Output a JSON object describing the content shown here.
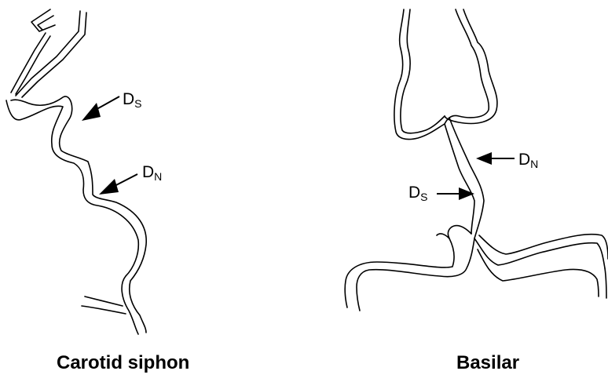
{
  "panels": [
    {
      "caption": "Carotid siphon",
      "labels": [
        {
          "main": "D",
          "sub": "S"
        },
        {
          "main": "D",
          "sub": "N"
        }
      ]
    },
    {
      "caption": "Basilar",
      "labels": [
        {
          "main": "D",
          "sub": "N"
        },
        {
          "main": "D",
          "sub": "S"
        }
      ]
    }
  ],
  "colors": {
    "line": "#000000",
    "background": "#ffffff"
  }
}
